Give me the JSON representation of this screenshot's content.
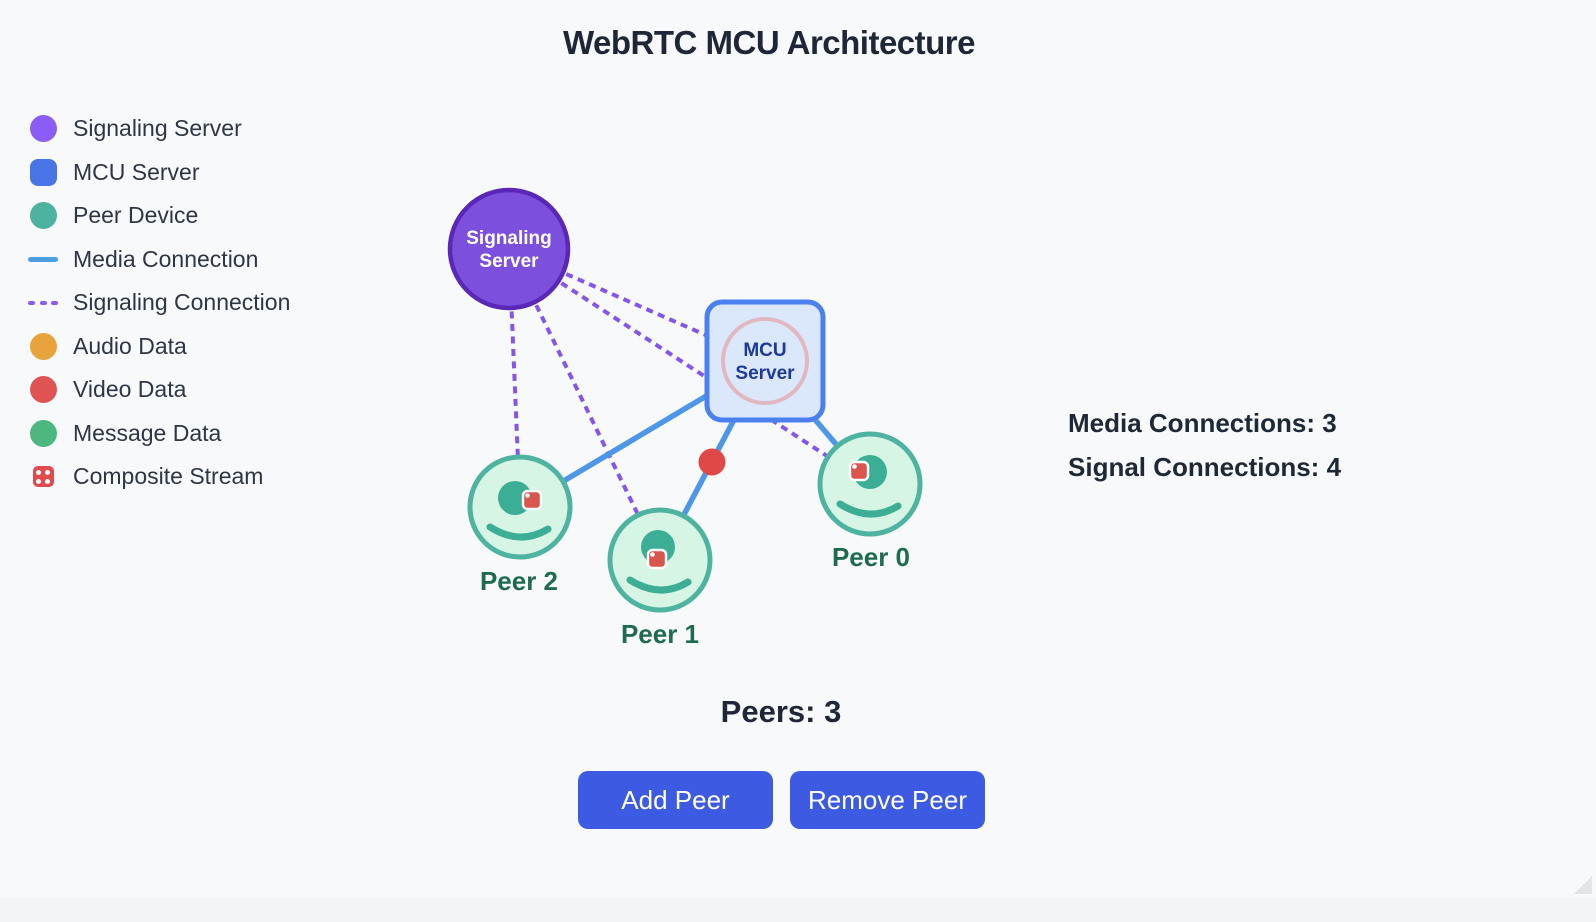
{
  "title": "WebRTC MCU Architecture",
  "legend": {
    "items": [
      {
        "label": "Signaling Server",
        "icon": "circle",
        "color": "#8b5cf6"
      },
      {
        "label": "MCU Server",
        "icon": "rounded-square",
        "color": "#4a75e6"
      },
      {
        "label": "Peer Device",
        "icon": "circle",
        "color": "#4db3a0"
      },
      {
        "label": "Media Connection",
        "icon": "solid-line",
        "color": "#4d9fe3"
      },
      {
        "label": "Signaling Connection",
        "icon": "dashed-line",
        "color": "#8b5cf6"
      },
      {
        "label": "Audio Data",
        "icon": "circle",
        "color": "#e8a33d"
      },
      {
        "label": "Video Data",
        "icon": "circle",
        "color": "#e05353"
      },
      {
        "label": "Message Data",
        "icon": "circle",
        "color": "#4cb77f"
      },
      {
        "label": "Composite Stream",
        "icon": "dice-grid",
        "color": "#e14b4b"
      }
    ]
  },
  "diagram": {
    "signaling_server": {
      "line1": "Signaling",
      "line2": "Server"
    },
    "mcu_server": {
      "line1": "MCU",
      "line2": "Server"
    },
    "peers": [
      {
        "label": "Peer 2"
      },
      {
        "label": "Peer 1"
      },
      {
        "label": "Peer 0"
      }
    ],
    "colors": {
      "signaling_fill": "#7c50dd",
      "signaling_stroke": "#5a27b8",
      "mcu_fill": "#dbe8fb",
      "mcu_stroke": "#4a80f0",
      "mcu_ring": "#e2b8c0",
      "peer_fill": "#d6f5e4",
      "peer_stroke": "#4fb3a1",
      "media_line": "#4d96e8",
      "signal_line": "#8455ec",
      "video_dot": "#e04848"
    }
  },
  "stats": {
    "media_connections": "Media Connections: 3",
    "signal_connections": "Signal Connections: 4"
  },
  "peers_count": "Peers: 3",
  "controls": {
    "add_peer": "Add Peer",
    "remove_peer": "Remove Peer"
  }
}
